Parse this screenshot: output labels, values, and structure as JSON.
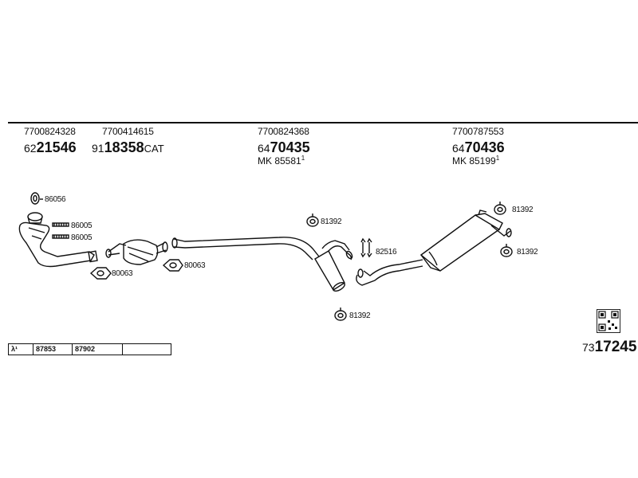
{
  "header": {
    "parts": [
      {
        "number": "7700824328",
        "code_prefix": "62",
        "code_main": "21546",
        "code_suffix": ""
      },
      {
        "number": "7700414615",
        "code_prefix": "91",
        "code_main": "18358",
        "code_suffix": "CAT"
      },
      {
        "number": "7700824368",
        "code_prefix": "64",
        "code_main": "70435",
        "code_suffix": "",
        "mk": "MK  85581",
        "mk_sup": "1"
      },
      {
        "number": "7700787553",
        "code_prefix": "64",
        "code_main": "70436",
        "code_suffix": "",
        "mk": "MK  85199",
        "mk_sup": "1"
      }
    ]
  },
  "callouts": {
    "c86056": "86056",
    "c86005a": "86005",
    "c86005b": "86005",
    "c80063a": "80063",
    "c80063b": "80063",
    "c81392a": "81392",
    "c81392b": "81392",
    "c81392c": "81392",
    "c81392d": "81392",
    "c82516": "82516"
  },
  "bottom_table": {
    "lambda": "λ¹",
    "cell1": "87853",
    "cell2": "87902",
    "cell3": ""
  },
  "footer": {
    "code_prefix": "73",
    "code_main": "17245"
  }
}
